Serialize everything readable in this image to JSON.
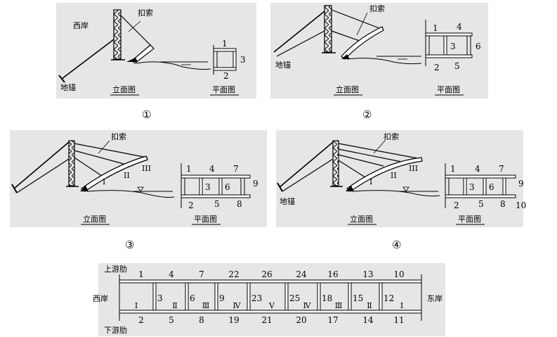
{
  "panel1": {
    "west_bank": "西岸",
    "cable_label": "扣索",
    "anchor_label": "地锚",
    "elevation_caption": "立面图",
    "plan_caption": "平面图",
    "plan_numbers": [
      "1",
      "2",
      "3"
    ],
    "step_marker": "①"
  },
  "panel2": {
    "cable_label": "扣索",
    "anchor_label": "地锚",
    "elevation_caption": "立面图",
    "plan_caption": "平面图",
    "plan_numbers": [
      "1",
      "4",
      "3",
      "6",
      "2",
      "5"
    ],
    "step_marker": "②"
  },
  "panel3": {
    "cable_label": "扣索",
    "segment_labels": [
      "I",
      "II",
      "III"
    ],
    "elevation_caption": "立面图",
    "plan_caption": "平面图",
    "plan_numbers": [
      "1",
      "4",
      "7",
      "3",
      "6",
      "9",
      "2",
      "5",
      "8"
    ],
    "step_marker": "③"
  },
  "panel4": {
    "cable_label": "扣索",
    "anchor_label": "地锚",
    "segment_labels": [
      "I",
      "II",
      "III"
    ],
    "elevation_caption": "立面图",
    "plan_caption": "平面图",
    "plan_numbers": [
      "1",
      "4",
      "7",
      "3",
      "6",
      "9",
      "2",
      "5",
      "8",
      "10"
    ],
    "step_marker": "④"
  },
  "bottom_plan": {
    "upstream_rib": "上游肋",
    "downstream_rib": "下游肋",
    "west_bank": "西岸",
    "east_bank": "东岸",
    "top_numbers": [
      "1",
      "4",
      "7",
      "22",
      "26",
      "24",
      "16",
      "13",
      "10"
    ],
    "bottom_numbers": [
      "2",
      "5",
      "8",
      "19",
      "21",
      "20",
      "17",
      "14",
      "11"
    ],
    "cross_beam_numbers": [
      "3",
      "6",
      "9",
      "23",
      "25",
      "18",
      "15",
      "12"
    ],
    "segment_romans": [
      "I",
      "II",
      "III",
      "IV",
      "V",
      "IV",
      "III",
      "II",
      "I"
    ]
  }
}
